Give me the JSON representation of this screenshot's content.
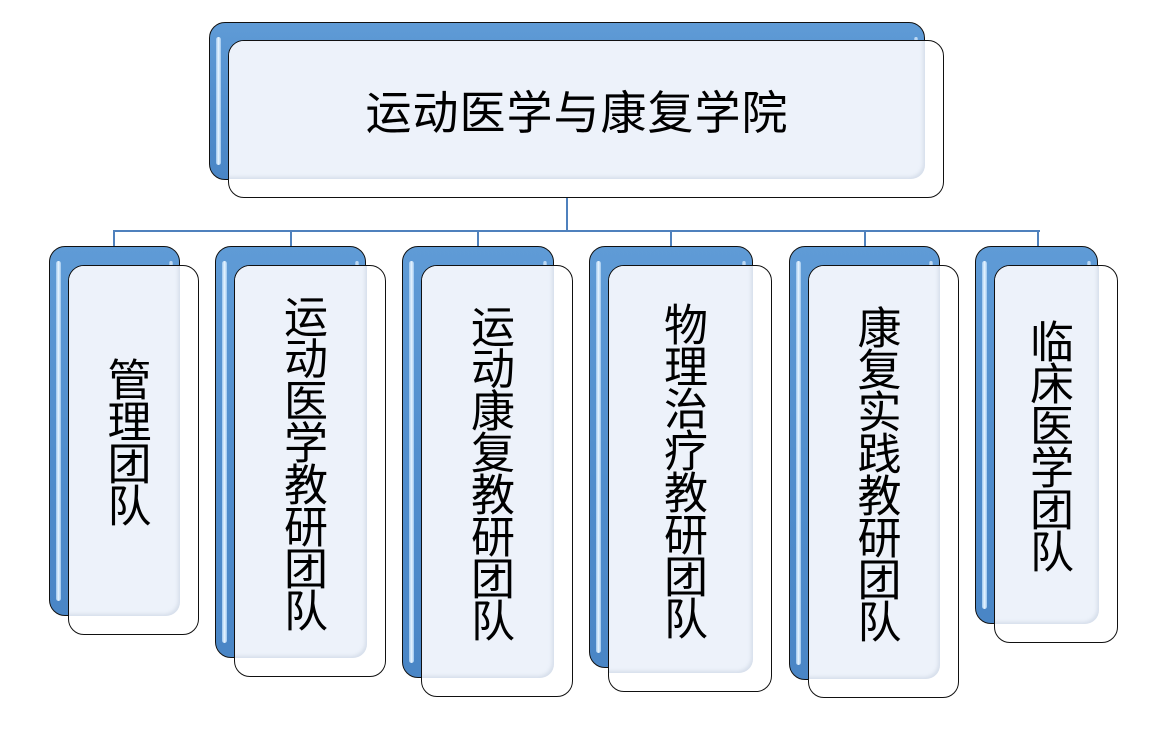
{
  "diagram": {
    "type": "org-chart",
    "root": {
      "label": "运动医学与康复学院"
    },
    "children": [
      {
        "label": "管理团队"
      },
      {
        "label": "运动医学教研团队"
      },
      {
        "label": "运动康复教研团队"
      },
      {
        "label": "物理治疗教研团队"
      },
      {
        "label": "康复实践教研团队"
      },
      {
        "label": "临床医学团队"
      }
    ],
    "colors": {
      "accent_blue": "#4f8ccc",
      "connector": "#4f81bd",
      "box_fill": "#edf2fa",
      "border": "#111111"
    }
  }
}
